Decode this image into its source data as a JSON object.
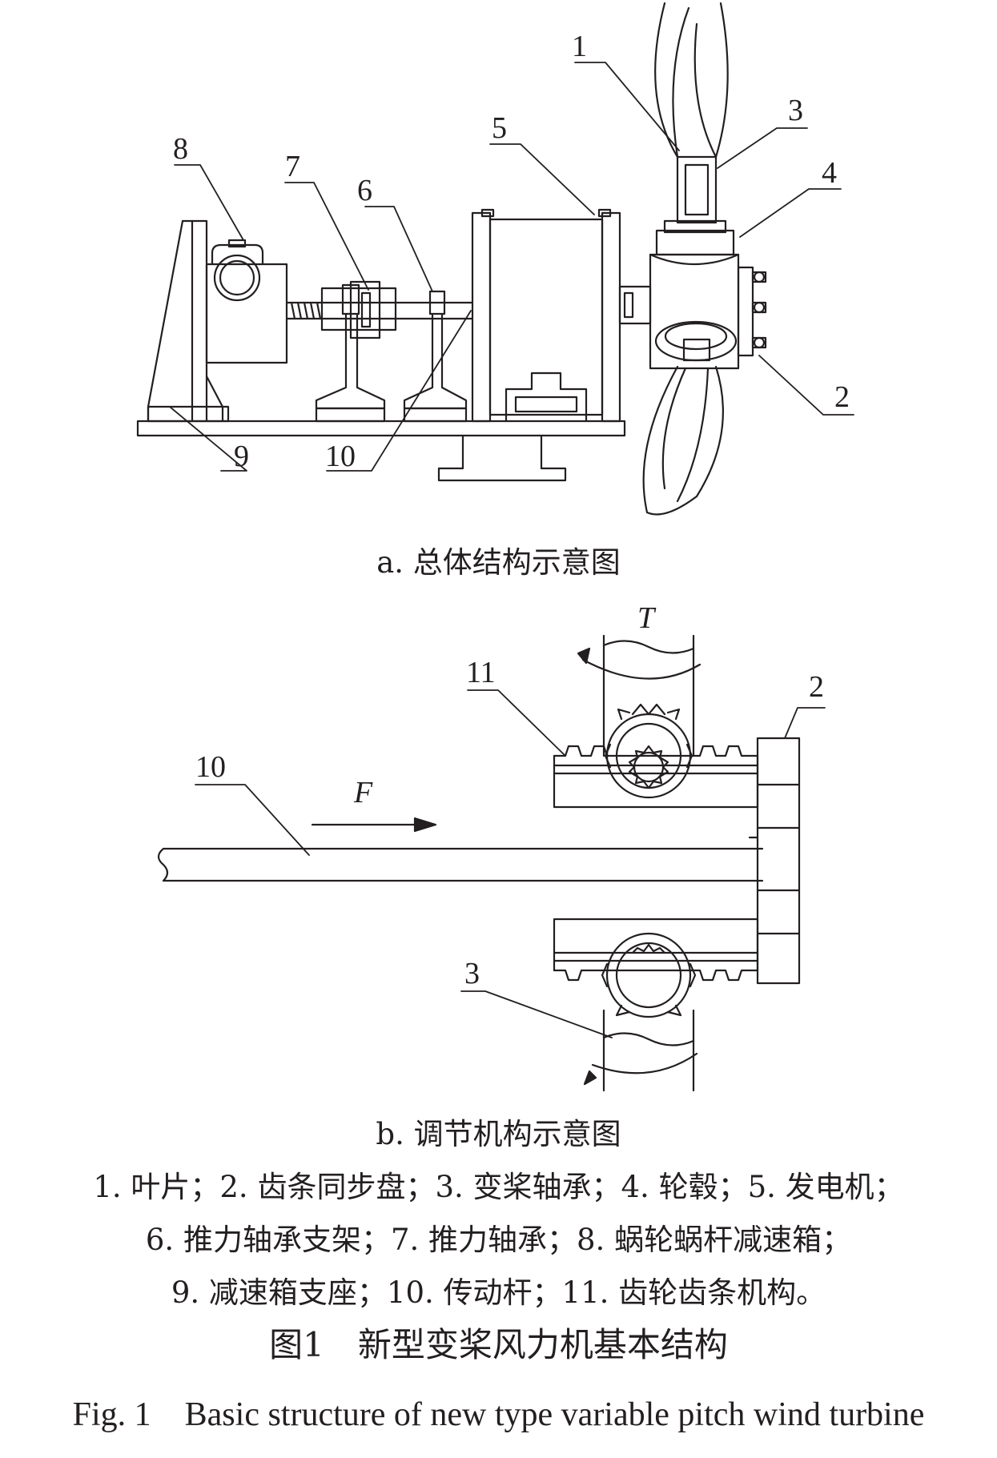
{
  "figure_a": {
    "callouts": {
      "c1": "1",
      "c2": "2",
      "c3": "3",
      "c4": "4",
      "c5": "5",
      "c6": "6",
      "c7": "7",
      "c8": "8",
      "c9": "9",
      "c10": "10"
    },
    "caption": "a. 总体结构示意图"
  },
  "figure_b": {
    "callouts": {
      "c10": "10",
      "c11": "11",
      "c2": "2",
      "c3": "3"
    },
    "force_label": "F",
    "torque_label": "T",
    "caption": "b. 调节机构示意图"
  },
  "legend": {
    "line1": "1. 叶片；2. 齿条同步盘；3. 变桨轴承；4. 轮毂；5. 发电机；",
    "line2": "6. 推力轴承支架；7. 推力轴承；8. 蜗轮蜗杆减速箱；",
    "line3": "9. 减速箱支座；10. 传动杆；11. 齿轮齿条机构。"
  },
  "title_cn": "图1　新型变桨风力机基本结构",
  "title_en": "Fig. 1　Basic structure of new type variable pitch wind turbine",
  "colors": {
    "ink": "#231f20",
    "background": "#ffffff"
  }
}
